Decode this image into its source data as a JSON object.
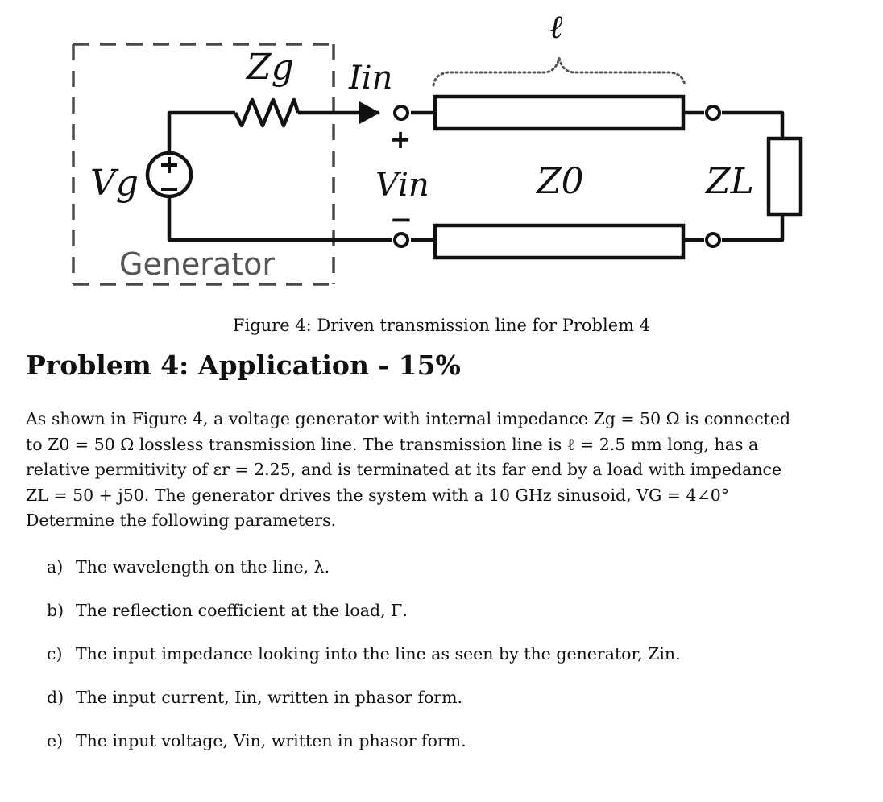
{
  "figure": {
    "labels": {
      "length": "ℓ",
      "zg": "Zg",
      "iin": "Iin",
      "vg": "Vg",
      "vin": "Vin",
      "z0": "Z0",
      "zl": "ZL",
      "plus": "+",
      "minus": "−",
      "generator": "Generator"
    },
    "caption": "Figure 4: Driven transmission line for Problem 4"
  },
  "problem": {
    "heading": "Problem 4: Application - 15%",
    "paragraph_lines": [
      "As shown in Figure 4, a voltage generator with internal impedance Zg = 50 Ω is connected",
      "to Z0 = 50 Ω lossless transmission line. The transmission line is ℓ = 2.5 mm long, has a",
      "relative permitivity of εr = 2.25, and is terminated at its far end by a load with impedance",
      "ZL = 50 + j50. The generator drives the system with a 10 GHz sinusoid, VG = 4∠0°",
      "Determine the following parameters."
    ],
    "items": [
      {
        "label": "a)",
        "text": "The wavelength on the line, λ."
      },
      {
        "label": "b)",
        "text": "The reflection coefficient at the load, Γ."
      },
      {
        "label": "c)",
        "text": "The input impedance looking into the line as seen by the generator, Zin."
      },
      {
        "label": "d)",
        "text": "The input current, Iin, written in phasor form."
      },
      {
        "label": "e)",
        "text": "The input voltage, Vin, written in phasor form."
      }
    ]
  }
}
